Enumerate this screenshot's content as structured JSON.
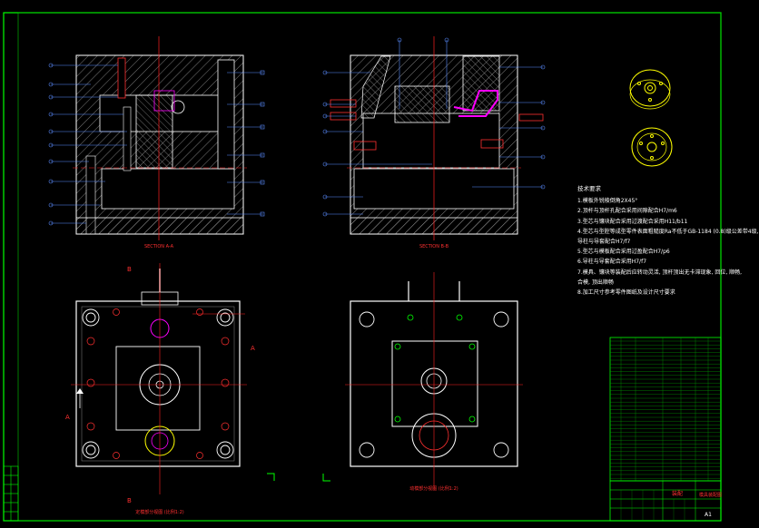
{
  "views": {
    "section_aa_caption": "SECTION A-A",
    "section_bb_caption": "SECTION B-B",
    "fixed_half_caption": "定模部分视图 (比例1:2)",
    "moving_half_caption": "动模部分视图 (比例1:2)",
    "cut_label_a": "A",
    "cut_label_b": "B"
  },
  "tech_requirements": {
    "title": "技术要求",
    "items": [
      "1.模板外锐棱倒角2X45°",
      "2.顶杆与顶杆孔配合采用间隙配合H7/m6",
      "3.型芯与镶块配合采用过渡配合采用H11/b11",
      "4.型芯与型腔等成型零件表面粗糙度Ra不低于GB-1184 (0.8)级公差带4级,",
      "  导柱与导套配合H7/f7",
      "5.型芯与模板配合采用过盈配合H7/p6",
      "6.导柱与导套配合采用H7/f7",
      "7.模具、镶块等装配后应转动灵活,  顶杆顶出无卡滞现象, 回位, 顺畅,",
      "  合模, 顶出顺畅",
      "8.加工尺寸参考零件图纸及设计尺寸要求"
    ]
  },
  "title_block": {
    "stamp": "装配",
    "drawing_title": "模具装配图",
    "sheet_size": "A1"
  },
  "colors": {
    "background": "#000000",
    "frame": "#00ff00",
    "outline": "#ffffff",
    "centerline": "#ff2020",
    "hatch": "#aaaaaa",
    "leader": "#5a8cff",
    "part_yellow": "#ffff00",
    "cavity_magenta": "#ff00ff",
    "label_text": "#ff3030"
  }
}
